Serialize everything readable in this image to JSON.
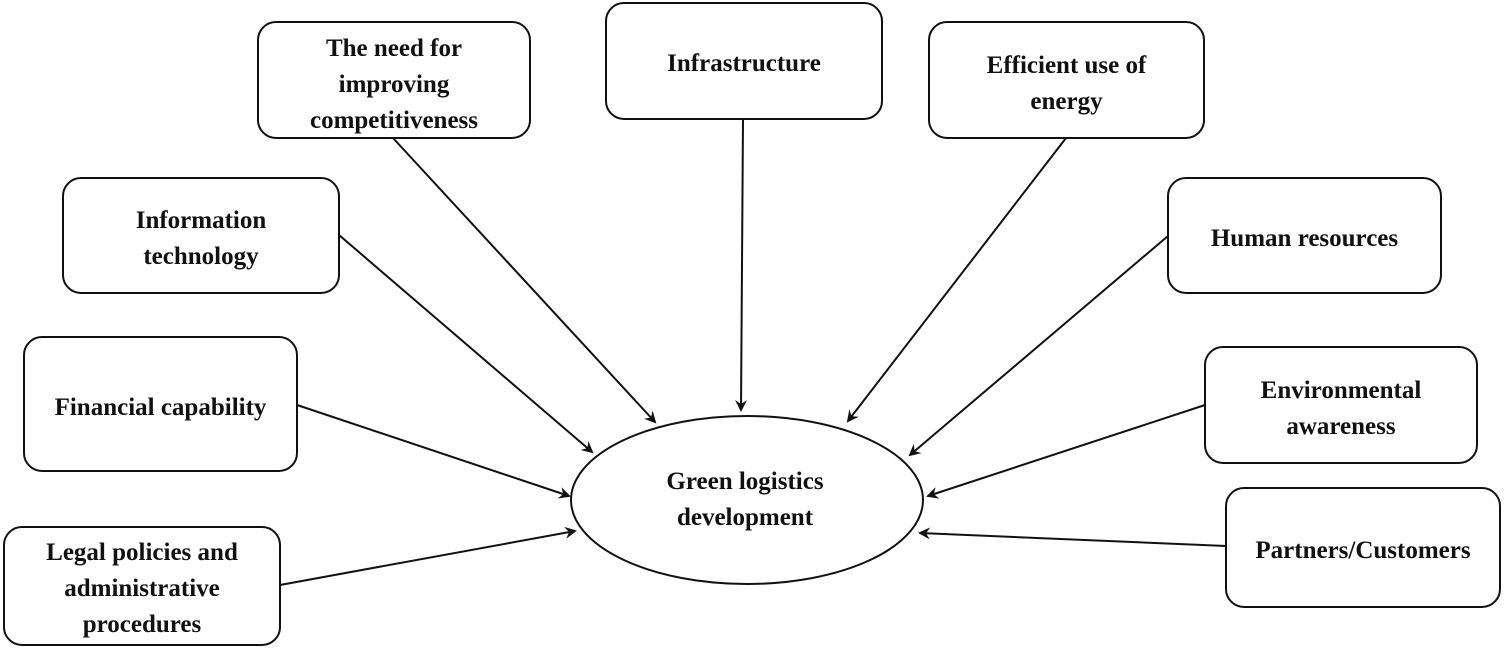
{
  "diagram": {
    "type": "influence-diagram",
    "center": {
      "id": "hub",
      "lines": [
        "Green logistics",
        "development"
      ]
    },
    "factors": [
      {
        "id": "competitiveness",
        "lines": [
          "The need for",
          "improving",
          "competitiveness"
        ]
      },
      {
        "id": "infrastructure",
        "lines": [
          "Infrastructure"
        ]
      },
      {
        "id": "energy",
        "lines": [
          "Efficient use of",
          "energy"
        ]
      },
      {
        "id": "information-technology",
        "lines": [
          "Information",
          "technology"
        ]
      },
      {
        "id": "human-resources",
        "lines": [
          "Human resources"
        ]
      },
      {
        "id": "financial-capability",
        "lines": [
          "Financial capability"
        ]
      },
      {
        "id": "environmental-awareness",
        "lines": [
          "Environmental",
          "awareness"
        ]
      },
      {
        "id": "legal-policies",
        "lines": [
          "Legal policies and",
          "administrative",
          "procedures"
        ]
      },
      {
        "id": "partners-customers",
        "lines": [
          "Partners/Customers"
        ]
      }
    ],
    "edges": [
      {
        "from": "competitiveness",
        "to": "hub"
      },
      {
        "from": "infrastructure",
        "to": "hub"
      },
      {
        "from": "energy",
        "to": "hub"
      },
      {
        "from": "information-technology",
        "to": "hub"
      },
      {
        "from": "human-resources",
        "to": "hub"
      },
      {
        "from": "financial-capability",
        "to": "hub"
      },
      {
        "from": "environmental-awareness",
        "to": "hub"
      },
      {
        "from": "legal-policies",
        "to": "hub"
      },
      {
        "from": "partners-customers",
        "to": "hub"
      }
    ]
  }
}
